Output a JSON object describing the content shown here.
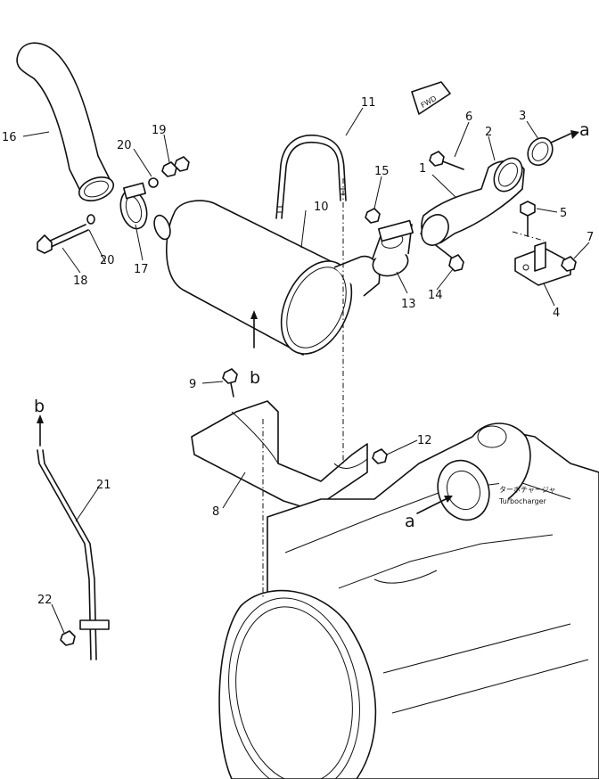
{
  "callouts": [
    {
      "id": "c1",
      "text": "1"
    },
    {
      "id": "c2",
      "text": "2"
    },
    {
      "id": "c3",
      "text": "3"
    },
    {
      "id": "c4",
      "text": "4"
    },
    {
      "id": "c5",
      "text": "5"
    },
    {
      "id": "c6",
      "text": "6"
    },
    {
      "id": "c7",
      "text": "7"
    },
    {
      "id": "c8",
      "text": "8"
    },
    {
      "id": "c9",
      "text": "9"
    },
    {
      "id": "c10",
      "text": "10"
    },
    {
      "id": "c11",
      "text": "11"
    },
    {
      "id": "c12",
      "text": "12"
    },
    {
      "id": "c13",
      "text": "13"
    },
    {
      "id": "c14",
      "text": "14"
    },
    {
      "id": "c15",
      "text": "15"
    },
    {
      "id": "c16",
      "text": "16"
    },
    {
      "id": "c17",
      "text": "17"
    },
    {
      "id": "c18",
      "text": "18"
    },
    {
      "id": "c19",
      "text": "19"
    },
    {
      "id": "c20a",
      "text": "20"
    },
    {
      "id": "c20b",
      "text": "20"
    },
    {
      "id": "c21",
      "text": "21"
    },
    {
      "id": "c22",
      "text": "22"
    }
  ],
  "refs": {
    "a_top": "a",
    "a_turbo": "a",
    "b_muffler": "b",
    "b_pipe": "b"
  },
  "fwd": "FWD",
  "turbo_jp": "ターボチャージャ",
  "turbo_en": "Turbocharger"
}
